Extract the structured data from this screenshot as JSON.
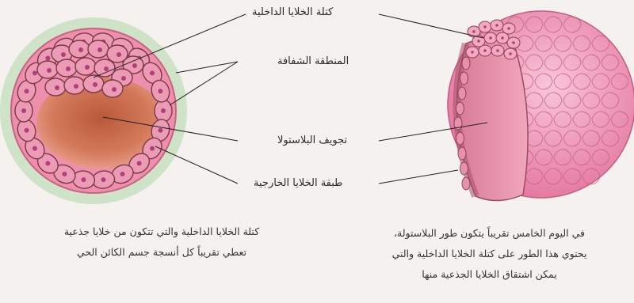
{
  "labels": {
    "inner_cell_mass": "كتلة الخلايا الداخلية",
    "zona_pellucida": "المنطقة الشفافة",
    "blastocoel": "تجويف البلاستولا",
    "trophoblast": "طبقة الخلايا الخارجية"
  },
  "caption_left": {
    "line1": "كتلة الخلايا الداخلية والتي تتكون من خلايا جذعية",
    "line2": "تعطي تقريباً كل أنسجة جسم الكائن الحي"
  },
  "caption_right": {
    "line1": "في اليوم الخامس تقريباً يتكون طور البلاستولة،",
    "line2": "يحتوي هذا الطور على كتلة الخلايا الداخلية والتي",
    "line3": "يمكن اشتقاق الخلايا الجذعية منها"
  },
  "colors": {
    "background": "#f4f1ee",
    "zona": "#cfe3c8",
    "cell_fill": "#ec9bb4",
    "cell_stroke": "#7c3848",
    "nucleus": "#b0407a",
    "cavity": "#d0704f",
    "sphere": "#f3a3c0"
  }
}
